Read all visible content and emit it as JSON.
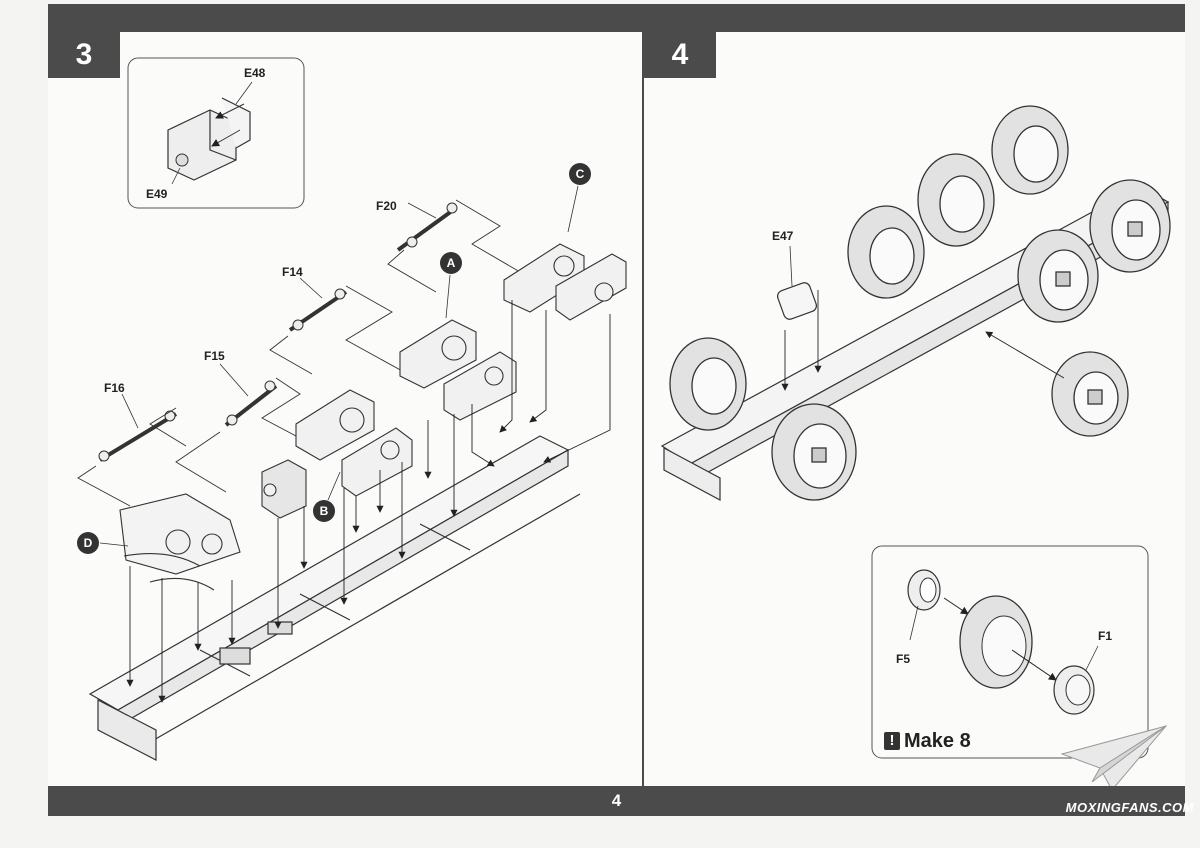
{
  "step3": {
    "number": "3",
    "inset_labels": {
      "e48": "E48",
      "e49": "E49"
    },
    "part_labels": {
      "f20": "F20",
      "f14": "F14",
      "f15": "F15",
      "f16": "F16"
    },
    "callouts": {
      "a": "A",
      "b": "B",
      "c": "C",
      "d": "D"
    }
  },
  "step4": {
    "number": "4",
    "part_labels": {
      "e47": "E47",
      "f5": "F5",
      "f1": "F1"
    },
    "note": {
      "icon": "!",
      "text": "Make 8"
    }
  },
  "footer": {
    "page_number": "4"
  },
  "watermark": "MOXINGFANS.COM"
}
